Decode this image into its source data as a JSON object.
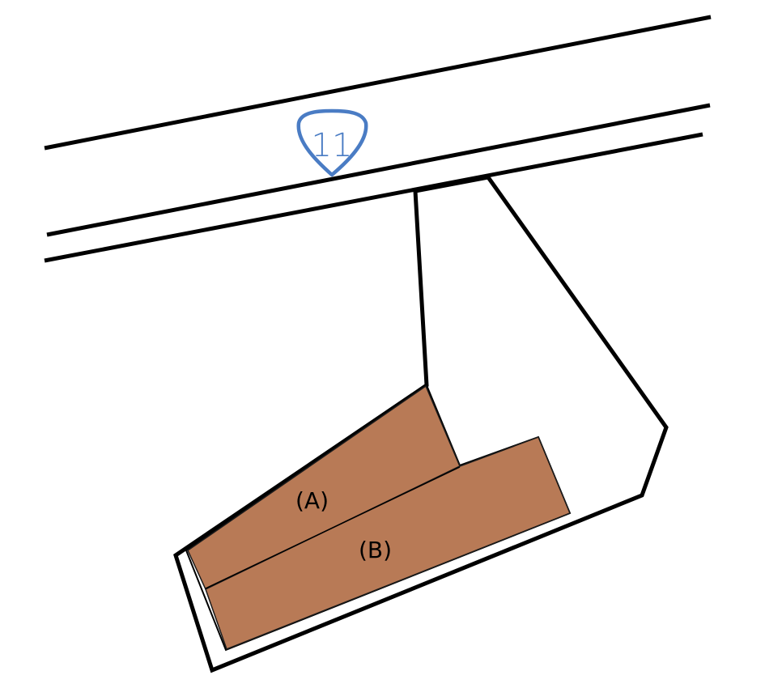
{
  "route_shield": {
    "number": "11",
    "color": "#4a7cc4"
  },
  "parcels": [
    {
      "id": "A",
      "label": "(A)"
    },
    {
      "id": "B",
      "label": "(B)"
    }
  ],
  "colors": {
    "parcel_fill": "#b87a56",
    "line": "#000000",
    "background": "#ffffff"
  }
}
